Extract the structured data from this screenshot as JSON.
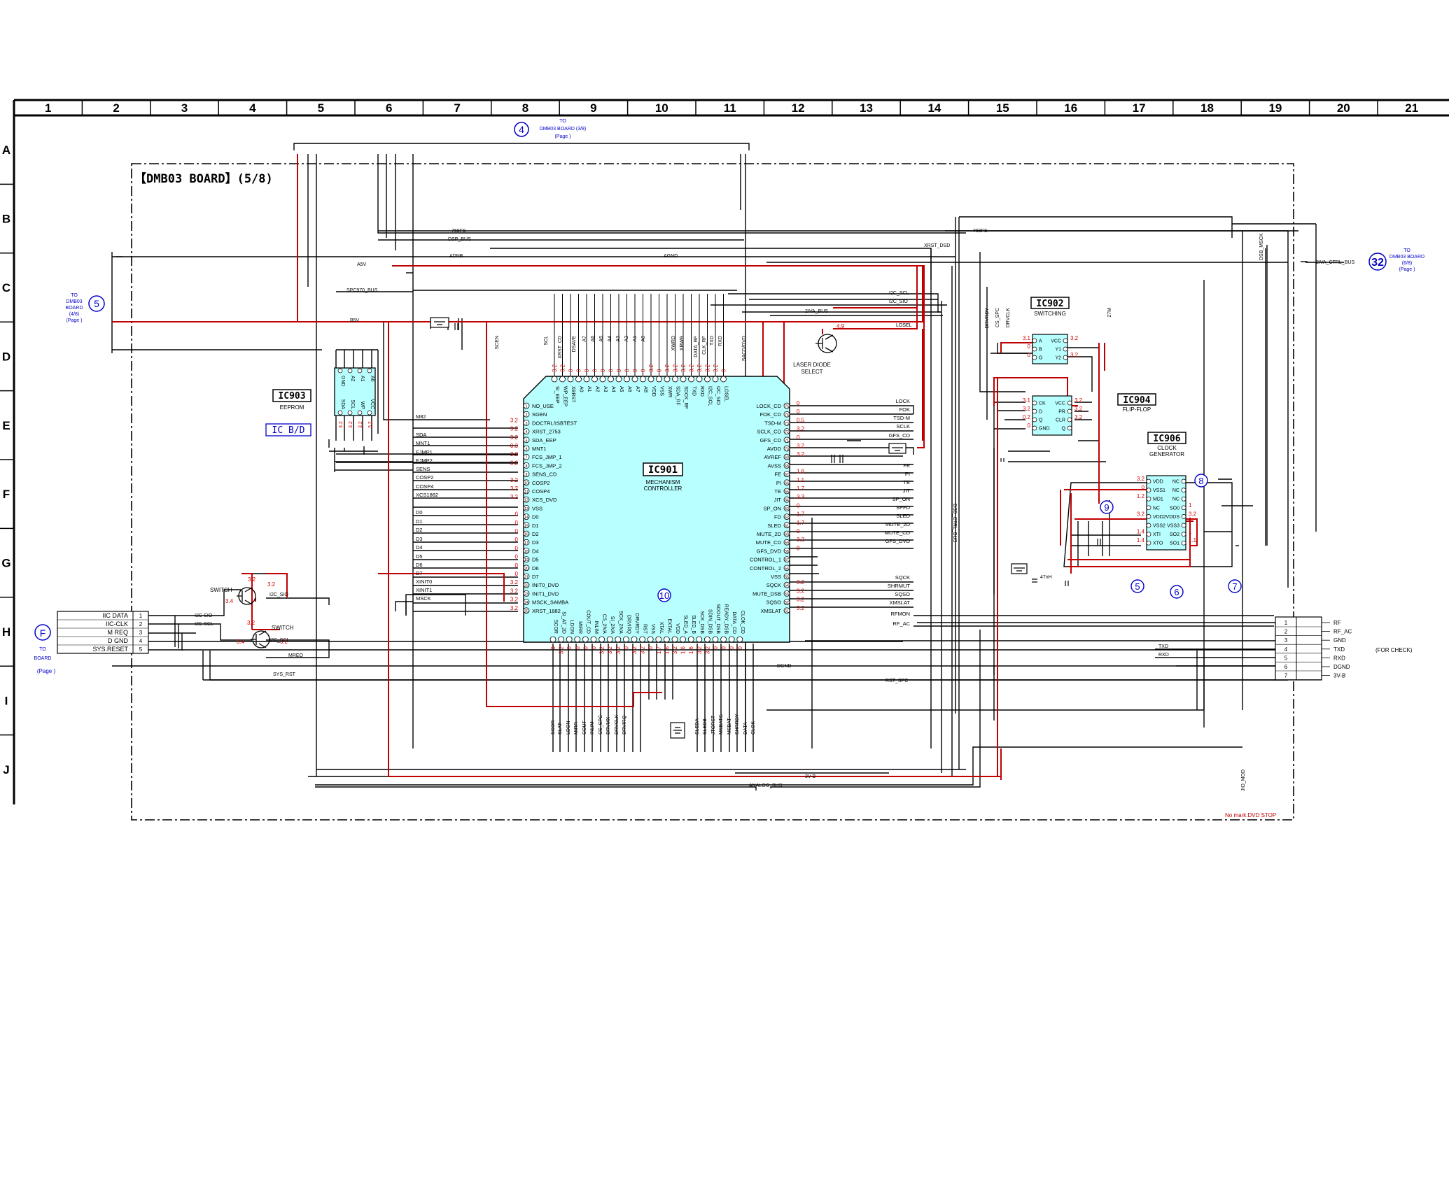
{
  "grid": {
    "columns": [
      "1",
      "2",
      "3",
      "4",
      "5",
      "6",
      "7",
      "8",
      "9",
      "10",
      "11",
      "12",
      "13",
      "14",
      "15",
      "16",
      "17",
      "18",
      "19",
      "20",
      "21"
    ],
    "rows": [
      "A",
      "B",
      "C",
      "D",
      "E",
      "F",
      "G",
      "H",
      "I",
      "J"
    ]
  },
  "board": {
    "title": "【DMB03 BOARD】(5/8)",
    "footnote": "No mark:DVD STOP"
  },
  "connectors": {
    "top": {
      "number": "4",
      "line1": "TO",
      "line2": "DMB03 BOARD (3/8)",
      "line3": "(Page  )"
    },
    "left": {
      "number": "5",
      "line1": "TO",
      "line2": "DMB03",
      "line3": "BOARD",
      "line4": "(4/8)",
      "line5": "(Page  )"
    },
    "right": {
      "number": "32",
      "line1": "TO",
      "line2": "DMB03 BOARD",
      "line3": "(6/8)",
      "line4": "(Page  )"
    },
    "bottom_left": {
      "number": "F",
      "line1": "TO",
      "line2": "BOARD",
      "line3": "(Page  )"
    }
  },
  "ics": {
    "ic901": {
      "name": "IC901",
      "desc1": "MECHANISM",
      "desc2": "CONTROLLER"
    },
    "ic902": {
      "name": "IC902",
      "desc": "SWITCHING"
    },
    "ic903": {
      "name": "IC903",
      "desc": "EEPROM"
    },
    "ic904": {
      "name": "IC904",
      "desc": "FLIP-FLOP"
    },
    "ic906": {
      "name": "IC906",
      "desc1": "CLOCK",
      "desc2": "GENERATOR"
    },
    "icbd": "IC B/D"
  },
  "transistors": {
    "q1": "SWITCH",
    "q2": "SWITCH",
    "laser": {
      "line1": "LASER DIODE",
      "line2": "SELECT"
    }
  },
  "ic901_left_pins": [
    "NO_USE",
    "SGEN",
    "DOCTRL/ISBTEST",
    "XRST_2753",
    "SDA_EEP",
    "MNT1",
    "FCS_JMP_1",
    "FCS_JMP_2",
    "SENS_CD",
    "COSP2",
    "COSP4",
    "XCS_DVD",
    "VSS",
    "D0",
    "D1",
    "D2",
    "D3",
    "D4",
    "D5",
    "D6",
    "D7",
    "INIT0_DVD",
    "INIT1_DVD",
    "MSCK_SAMBA",
    "XRST_1882"
  ],
  "ic901_right_pins": [
    "LOCK_CD",
    "FOK_CD",
    "TSD-M",
    "SCLK_CD",
    "GFS_CD",
    "AVDD",
    "AVREF",
    "AVSS",
    "FE",
    "PI",
    "TE",
    "JIT",
    "SP_ON",
    "FD",
    "SLED",
    "MUTE_2D",
    "MUTE_CD",
    "GFS_DVD",
    "CONTROL_1",
    "CONTROL_2",
    "VSS",
    "SQCK",
    "MUTE_DSB",
    "SQSO",
    "XMSLAT"
  ],
  "ic901_top_pins": [
    "SI_EEP",
    "WP_EEP",
    "XBRST",
    "A0",
    "A1",
    "A2",
    "A3",
    "A4",
    "A5",
    "A6",
    "A7",
    "AB",
    "VDD",
    "VSS",
    "XWR",
    "SDA_RF",
    "SDCK_RF",
    "TXD",
    "RXD",
    "I2C_SCL",
    "I2C_SIO",
    "LOSEL"
  ],
  "ic901_bottom_pins": [
    "SCOR",
    "SI_AT_2D",
    "LDON",
    "MIRR",
    "COUT_CD",
    "INLIM",
    "CS_2IVA",
    "SI_2IVA",
    "SCK_2IVA",
    "DRVIRQ",
    "DRVRDY",
    "RST",
    "VSS",
    "XTAL",
    "EXTAL",
    "VDD",
    "SLED_A",
    "SLED_B",
    "SCK_DSB",
    "SDIN_DSB",
    "SDOUT_DSB",
    "READY_DSB",
    "DATA_CD",
    "CLOK_CD"
  ],
  "ic901_top_voltages": [
    "3.2",
    "3.2",
    "0",
    "0",
    "0",
    "0",
    "0",
    "0",
    "0",
    "0",
    "0",
    "0",
    "3.2",
    "0",
    "3.2",
    "3.2",
    "3.2",
    "3.2",
    "3.2",
    "3.2",
    "3.2",
    "0"
  ],
  "ic901_bottom_voltages": [
    "0",
    "3.2",
    "0",
    "0",
    "0",
    "0",
    "3.2",
    "3.2",
    "3.2",
    "0",
    "3.2",
    "3.2",
    "0",
    "1.7",
    "1.6",
    "3.2",
    "1.6",
    "1.6",
    "3.2",
    "3.2",
    "0",
    "0",
    "0",
    "0"
  ],
  "left_voltages": [
    "",
    "",
    "3.2",
    "3.2",
    "3.2",
    "0.3",
    "3.2",
    "3.2",
    "",
    "3.2",
    "3.2",
    "3.2",
    "",
    "0",
    "0",
    "0",
    "0",
    "0",
    "0",
    "0",
    "0",
    "3.2",
    "3.2",
    "3.2",
    "3.2"
  ],
  "right_voltages": [
    "0",
    "0",
    "0.5",
    "3.2",
    "0",
    "3.2",
    "3.2",
    "",
    "1.6",
    "1.1",
    "1.7",
    "3.3",
    "0",
    "1.7",
    "1.7",
    "0",
    "3.2",
    "0",
    "",
    "",
    "",
    "3.2",
    "3.2",
    "3.2",
    "3.2"
  ],
  "left_signals": [
    "M82",
    "SDA",
    "MNT1",
    "FJMP1",
    "FJMP2",
    "SENS",
    "COSP2",
    "COSP4",
    "XCS1882",
    "D0",
    "D1",
    "D2",
    "D3",
    "D4",
    "D5",
    "D6",
    "D7",
    "XINIT0",
    "XINIT1",
    "MSCK"
  ],
  "right_signals": [
    "LOCK",
    "FOK",
    "TSD-M",
    "SCLK",
    "GFS_CD",
    "FE",
    "PI",
    "TE",
    "JIT",
    "SP_ON",
    "SPFD",
    "SLED",
    "MUTE_2D",
    "MUTE_CD",
    "GFS_DVD",
    "SQCK",
    "SHRMUT",
    "SQSO",
    "XMSLAT",
    "RFMON",
    "RF_AC"
  ],
  "top_bus_signals": [
    "SCL",
    "XRST_CD",
    "DSAVE",
    "A7",
    "A6",
    "A5",
    "A4",
    "A3",
    "A2",
    "A1",
    "A0",
    "XWRD",
    "XRWR",
    "DATA_RF",
    "CLK_RF",
    "TXD",
    "RXD",
    "SACD/DVD",
    "SCEN"
  ],
  "bus_labels": [
    "768FS",
    "DSP_BUS",
    "ADNB",
    "AGND",
    "A5V",
    "SPC970_BUS",
    "B5V",
    "2IVA_BUS",
    "2IVA_CTRL_BUS",
    "XRST_DSD",
    "I2C_SCL",
    "I2C_SIO",
    "LOSEL",
    "DSB_MSCK",
    "DSD_CTRL_BUS",
    "768FS",
    "DRVRDY",
    "CS_SPC",
    "DRVCLK",
    "27M",
    "DGND",
    "RST_SPC",
    "3V-B",
    "ANALOG_BUS",
    "JIO_MOD",
    "I2C_SIO",
    "I2C_SCL",
    "SYS_RST",
    "MREQ"
  ],
  "bottom_signals": [
    "SCOR",
    "SLAT",
    "LDON",
    "MIRR",
    "COUT",
    "INLIM",
    "CS_SPC",
    "DRVMX",
    "DRVCLK",
    "DRVIRQ",
    "SLEDA",
    "SLEDB",
    "JTORST",
    "MSBATG",
    "MSBAT",
    "SHRRDY",
    "DATA",
    "CLOK"
  ],
  "ic906_left": [
    "VDD",
    "VSS1",
    "MD1",
    "NC",
    "VDD2",
    "VSS2",
    "XTI",
    "XTO"
  ],
  "ic906_right": [
    "NC",
    "NC",
    "NC",
    "SO0",
    "VDDS",
    "VSS3",
    "SO2",
    "SO1"
  ],
  "ic906_left_v": [
    "3.2",
    "0",
    "1.2",
    "",
    "3.2",
    "",
    "1.4",
    "1.4"
  ],
  "ic906_right_v": [
    "",
    "",
    "",
    "1",
    "3.2",
    "",
    "1",
    "1.1"
  ],
  "ic902_left": [
    "A",
    "B",
    "G"
  ],
  "ic902_right": [
    "VCC",
    "Y1",
    "Y2"
  ],
  "ic902_left_v": [
    "3.1",
    "0",
    "0"
  ],
  "ic902_right_v": [
    "3.2",
    "",
    "3.2"
  ],
  "ic904_left": [
    "CK",
    "D",
    "Q",
    "GND"
  ],
  "ic904_right": [
    "VCC",
    "PR",
    "CLR",
    "Q"
  ],
  "ic904_left_v": [
    "3.1",
    "3.2",
    "0.2",
    "0"
  ],
  "ic904_right_v": [
    "3.2",
    "3.2",
    "3.2",
    ""
  ],
  "ic903_pins": [
    "GND",
    "A2",
    "A1",
    "A0",
    "SDA",
    "SCL",
    "WP",
    "VCC"
  ],
  "laser_v": "4.9",
  "crystal_value": "47nH",
  "markers": [
    "5",
    "6",
    "7",
    "8",
    "9",
    "10"
  ],
  "f_connector": {
    "signals": [
      "IIC DATA",
      "IIC-CLK",
      "M REQ",
      "D GND",
      "SYS.RESET"
    ],
    "pins": [
      "1",
      "2",
      "3",
      "4",
      "5"
    ],
    "wire_labels": [
      "I2C-SIO",
      "I2C-SCL"
    ]
  },
  "check_connector": {
    "pins": [
      "1",
      "2",
      "3",
      "4",
      "5",
      "6",
      "7"
    ],
    "signals": [
      "RF",
      "RF_AC",
      "GND",
      "TXD",
      "RXD",
      "DGND",
      "3V-B"
    ],
    "label": "(FOR CHECK)",
    "wire_labels": [
      "TXD",
      "RXD"
    ]
  },
  "q_voltages": [
    "3.2",
    "3.2",
    "3.4",
    "3.2",
    "3.2",
    "3.4"
  ],
  "colors": {
    "ic_fill": "#b8ffff",
    "wire": "#000000",
    "power": "#c00000",
    "blue": "#0000c8",
    "voltage": "#d40000"
  }
}
